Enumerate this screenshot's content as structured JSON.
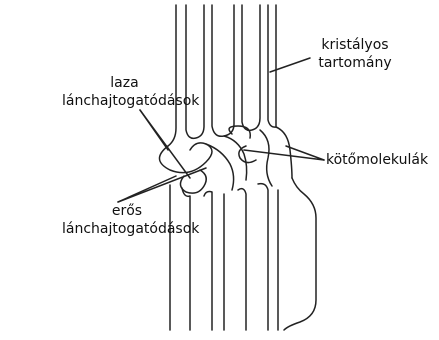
{
  "labels": {
    "kristalyos": [
      "kristályos",
      "tartomány"
    ],
    "laza": [
      "laza",
      "lánchajtogatódások"
    ],
    "kotomolekulak": [
      "kötőmolekulák"
    ],
    "eros": [
      "erős",
      "lánchajtogatódások"
    ]
  },
  "colors": {
    "stroke": "#222222",
    "text": "#111111",
    "background": "#ffffff"
  }
}
